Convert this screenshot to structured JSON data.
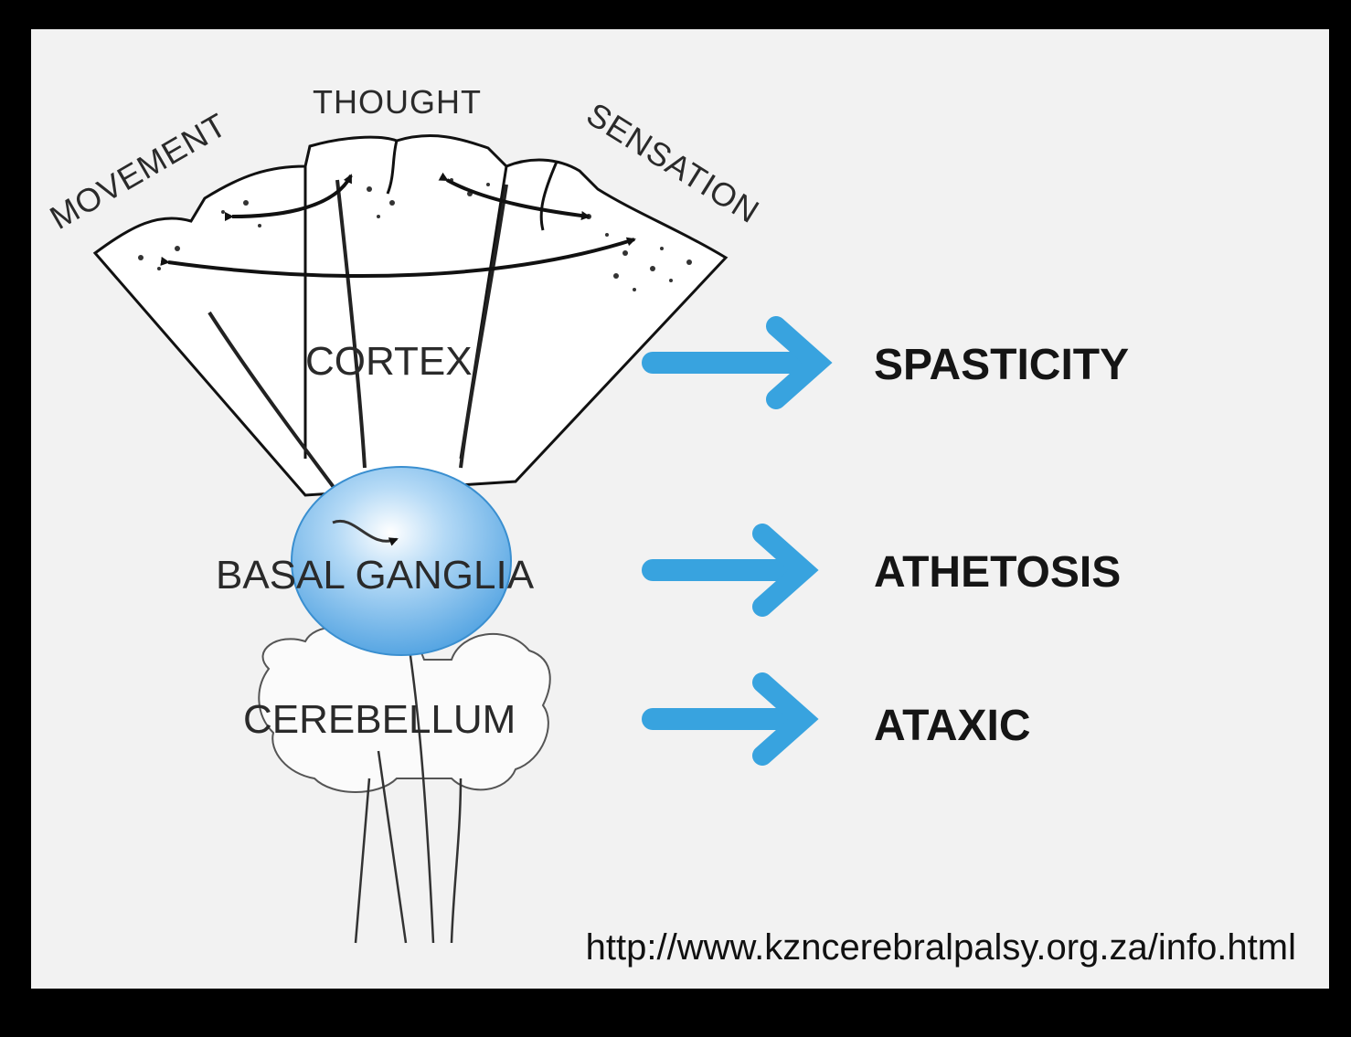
{
  "cortex_functions": {
    "movement": "MOVEMENT",
    "thought": "THOUGHT",
    "sensation": "SENSATION"
  },
  "brain_regions": {
    "cortex": "CORTEX",
    "basal_ganglia": "BASAL GANGLIA",
    "cerebellum": "CEREBELLUM"
  },
  "conditions": {
    "cortex_result": "SPASTICITY",
    "basal_ganglia_result": "ATHETOSIS",
    "cerebellum_result": "ATAXIC"
  },
  "source_url": "http://www.kzncerebralpalsy.org.za/info.html",
  "colors": {
    "arrow_blue": "#38a3df",
    "basal_ganglia_fill": "#5aa9e6",
    "background": "#f2f2f2",
    "border": "#000000"
  }
}
